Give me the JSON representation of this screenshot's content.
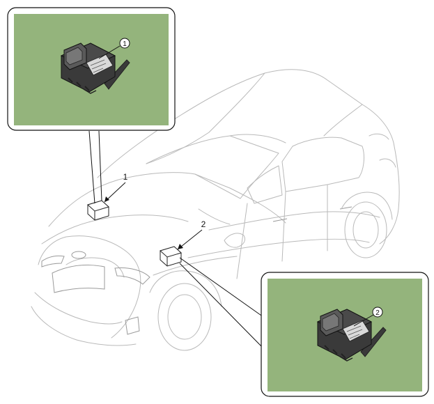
{
  "diagram": {
    "callouts": [
      {
        "number": "1"
      },
      {
        "number": "2"
      }
    ],
    "colors": {
      "inset_background": "#94b47c",
      "module_dark": "#3a3a3a",
      "module_label": "#d9d9d9",
      "car_lines": "#b9b9b9"
    },
    "icons": [
      "control-module-drawing",
      "vehicle-outline-drawing"
    ]
  }
}
